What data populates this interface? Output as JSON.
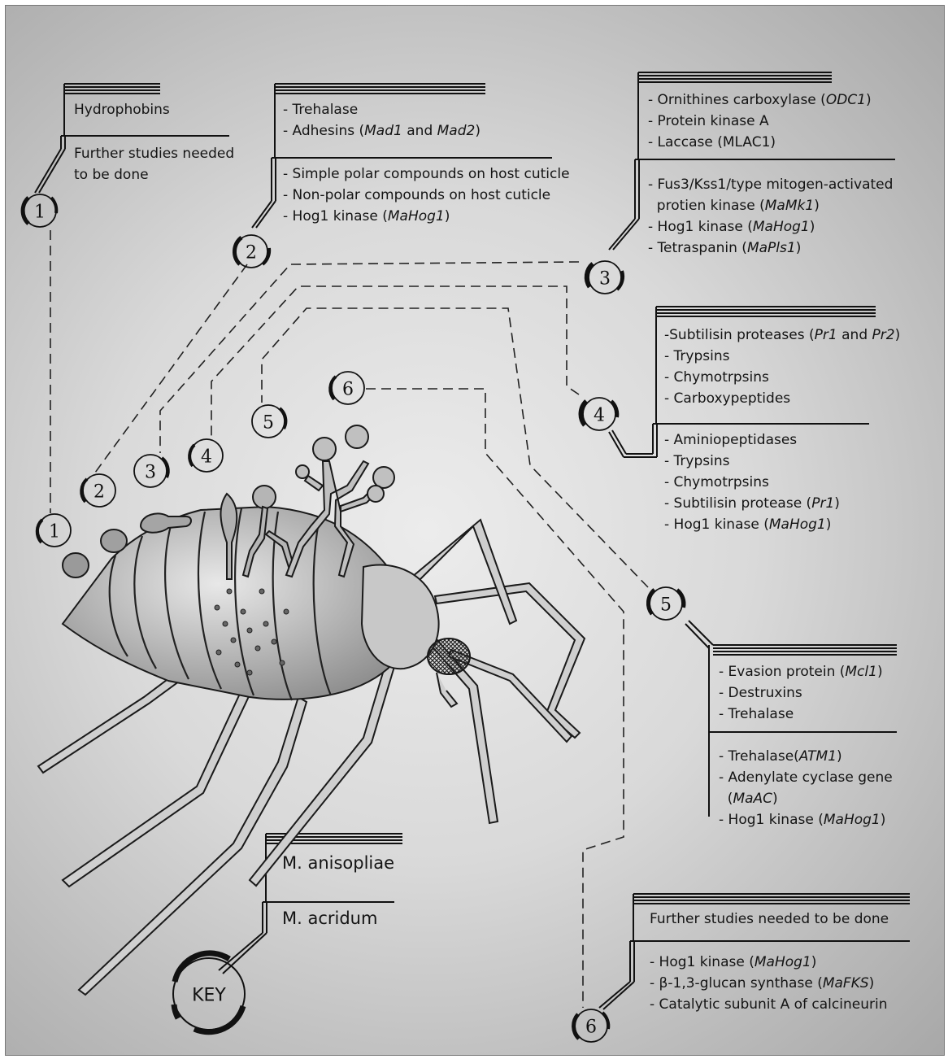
{
  "stage_numbers": [
    "1",
    "2",
    "3",
    "4",
    "5",
    "6"
  ],
  "key": {
    "label": "KEY",
    "m_anisopliae": "M. anisopliae",
    "m_acridum": "M. acridum"
  },
  "stage1": {
    "top": [
      {
        "parts": [
          {
            "t": "Hydrophobins"
          }
        ]
      }
    ],
    "bottom": [
      {
        "parts": [
          {
            "t": "Further studies needed"
          }
        ]
      },
      {
        "parts": [
          {
            "t": "to be done"
          }
        ]
      }
    ]
  },
  "stage2": {
    "top": [
      {
        "parts": [
          {
            "t": "- Trehalase"
          }
        ]
      },
      {
        "parts": [
          {
            "t": "- Adhesins ("
          },
          {
            "t": "Mad1",
            "i": true
          },
          {
            "t": " and "
          },
          {
            "t": "Mad2",
            "i": true
          },
          {
            "t": ")"
          }
        ]
      }
    ],
    "bottom": [
      {
        "parts": [
          {
            "t": "- Simple polar compounds on host cuticle"
          }
        ]
      },
      {
        "parts": [
          {
            "t": "- Non-polar compounds on host cuticle"
          }
        ]
      },
      {
        "parts": [
          {
            "t": "- Hog1 kinase ("
          },
          {
            "t": "MaHog1",
            "i": true
          },
          {
            "t": ")"
          }
        ]
      }
    ]
  },
  "stage3": {
    "top": [
      {
        "parts": [
          {
            "t": "- Ornithines carboxylase ("
          },
          {
            "t": "ODC1",
            "i": true
          },
          {
            "t": ")"
          }
        ]
      },
      {
        "parts": [
          {
            "t": "- Protein kinase A"
          }
        ]
      },
      {
        "parts": [
          {
            "t": "- Laccase (MLAC1)"
          }
        ]
      }
    ],
    "bottom": [
      {
        "parts": [
          {
            "t": "- Fus3/Kss1/type mitogen-activated"
          }
        ]
      },
      {
        "parts": [
          {
            "t": "  protien kinase ("
          },
          {
            "t": "MaMk1",
            "i": true
          },
          {
            "t": ")"
          }
        ]
      },
      {
        "parts": [
          {
            "t": "- Hog1 kinase ("
          },
          {
            "t": "MaHog1",
            "i": true
          },
          {
            "t": ")"
          }
        ]
      },
      {
        "parts": [
          {
            "t": "- Tetraspanin ("
          },
          {
            "t": "MaPls1",
            "i": true
          },
          {
            "t": ")"
          }
        ]
      }
    ]
  },
  "stage4": {
    "top": [
      {
        "parts": [
          {
            "t": "-Subtilisin proteases ("
          },
          {
            "t": "Pr1",
            "i": true
          },
          {
            "t": " and "
          },
          {
            "t": "Pr2",
            "i": true
          },
          {
            "t": ")"
          }
        ]
      },
      {
        "parts": [
          {
            "t": "- Trypsins"
          }
        ]
      },
      {
        "parts": [
          {
            "t": "- Chymotrpsins"
          }
        ]
      },
      {
        "parts": [
          {
            "t": "- Carboxypeptides"
          }
        ]
      }
    ],
    "bottom": [
      {
        "parts": [
          {
            "t": "- Aminiopeptidases"
          }
        ]
      },
      {
        "parts": [
          {
            "t": "- Trypsins"
          }
        ]
      },
      {
        "parts": [
          {
            "t": "- Chymotrpsins"
          }
        ]
      },
      {
        "parts": [
          {
            "t": "- Subtilisin protease ("
          },
          {
            "t": "Pr1",
            "i": true
          },
          {
            "t": ")"
          }
        ]
      },
      {
        "parts": [
          {
            "t": "- Hog1 kinase ("
          },
          {
            "t": "MaHog1",
            "i": true
          },
          {
            "t": ")"
          }
        ]
      }
    ]
  },
  "stage5": {
    "top": [
      {
        "parts": [
          {
            "t": "- Evasion protein ("
          },
          {
            "t": "Mcl1",
            "i": true
          },
          {
            "t": ")"
          }
        ]
      },
      {
        "parts": [
          {
            "t": "- Destruxins"
          }
        ]
      },
      {
        "parts": [
          {
            "t": "- Trehalase"
          }
        ]
      }
    ],
    "bottom": [
      {
        "parts": [
          {
            "t": "- Trehalase("
          },
          {
            "t": "ATM1",
            "i": true
          },
          {
            "t": ")"
          }
        ]
      },
      {
        "parts": [
          {
            "t": "- Adenylate cyclase gene"
          }
        ]
      },
      {
        "parts": [
          {
            "t": "  ("
          },
          {
            "t": "MaAC",
            "i": true
          },
          {
            "t": ")"
          }
        ]
      },
      {
        "parts": [
          {
            "t": "- Hog1 kinase ("
          },
          {
            "t": "MaHog1",
            "i": true
          },
          {
            "t": ")"
          }
        ]
      }
    ]
  },
  "stage6": {
    "top": [
      {
        "parts": [
          {
            "t": "Further studies needed to be done"
          }
        ]
      }
    ],
    "bottom": [
      {
        "parts": [
          {
            "t": "- Hog1 kinase ("
          },
          {
            "t": "MaHog1",
            "i": true
          },
          {
            "t": ")"
          }
        ]
      },
      {
        "parts": [
          {
            "t": "- β-1,3-glucan synthase ("
          },
          {
            "t": "MaFKS",
            "i": true
          },
          {
            "t": ")"
          }
        ]
      },
      {
        "parts": [
          {
            "t": "- Catalytic subunit A of calcineurin"
          }
        ]
      }
    ]
  }
}
